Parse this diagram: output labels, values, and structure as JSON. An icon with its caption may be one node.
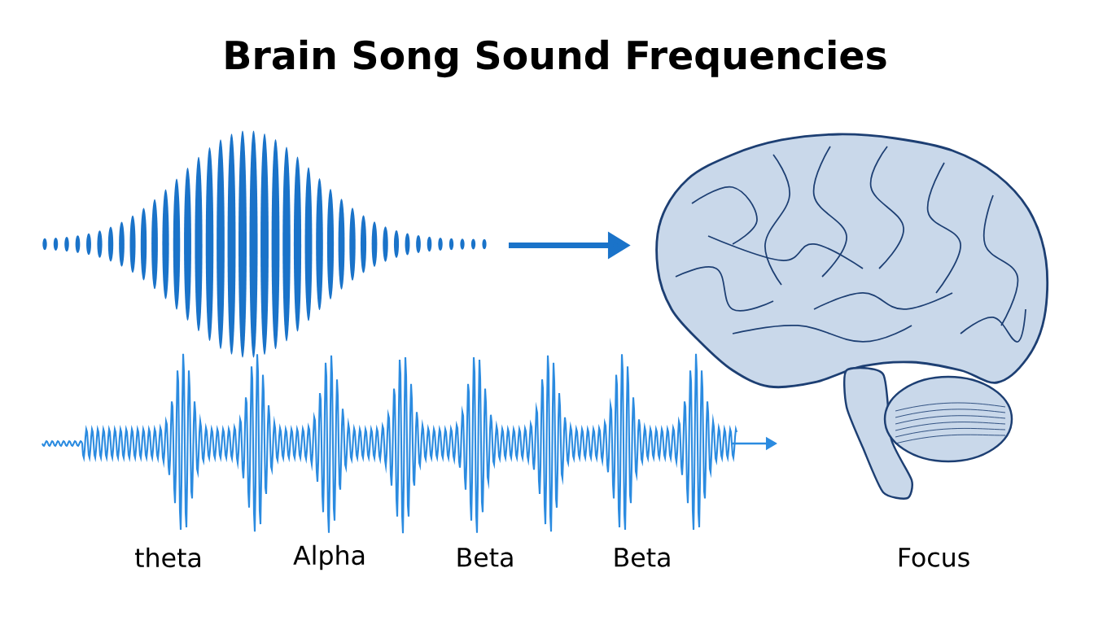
{
  "diagram": {
    "title": "Brain Song Sound Frequencies",
    "nodes": [
      {
        "text": [],
        "shape": "picture"
      },
      {
        "text": [],
        "shape": "picture"
      }
    ],
    "edges": [
      {
        "from": 0,
        "to": 1,
        "arrow": "to"
      }
    ],
    "labels": [
      "theta",
      "Alpha",
      "Beta",
      "Beta",
      "Focus"
    ]
  }
}
